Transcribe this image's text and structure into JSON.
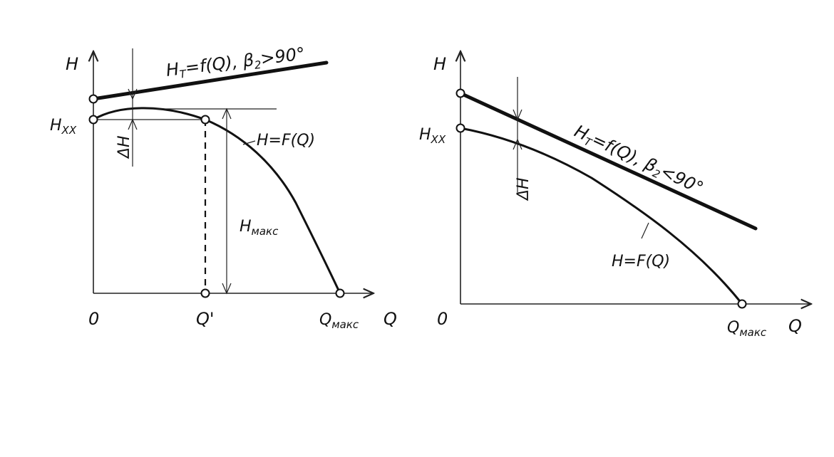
{
  "left": {
    "axis_h": "H",
    "axis_q": "Q",
    "origin": "0",
    "ht_main": "H",
    "ht_sub": "T",
    "ht_rest": "=f(Q), β",
    "ht_beta_sub": "2",
    "ht_cond": ">90°",
    "hxx_main": "H",
    "hxx_sub": "XX",
    "delta_h": "ΔH",
    "hf": "H=F(Q)",
    "hmax_main": "H",
    "hmax_sub": "макс",
    "qprime": "Q'",
    "qmax_main": "Q",
    "qmax_sub": "макс"
  },
  "right": {
    "axis_h": "H",
    "axis_q": "Q",
    "origin": "0",
    "ht_main": "H",
    "ht_sub": "T",
    "ht_rest": "=f(Q), β",
    "ht_beta_sub": "2",
    "ht_cond": "<90°",
    "hxx_main": "H",
    "hxx_sub": "XX",
    "delta_h": "ΔH",
    "hf": "H=F(Q)",
    "qmax_main": "Q",
    "qmax_sub": "макс"
  }
}
